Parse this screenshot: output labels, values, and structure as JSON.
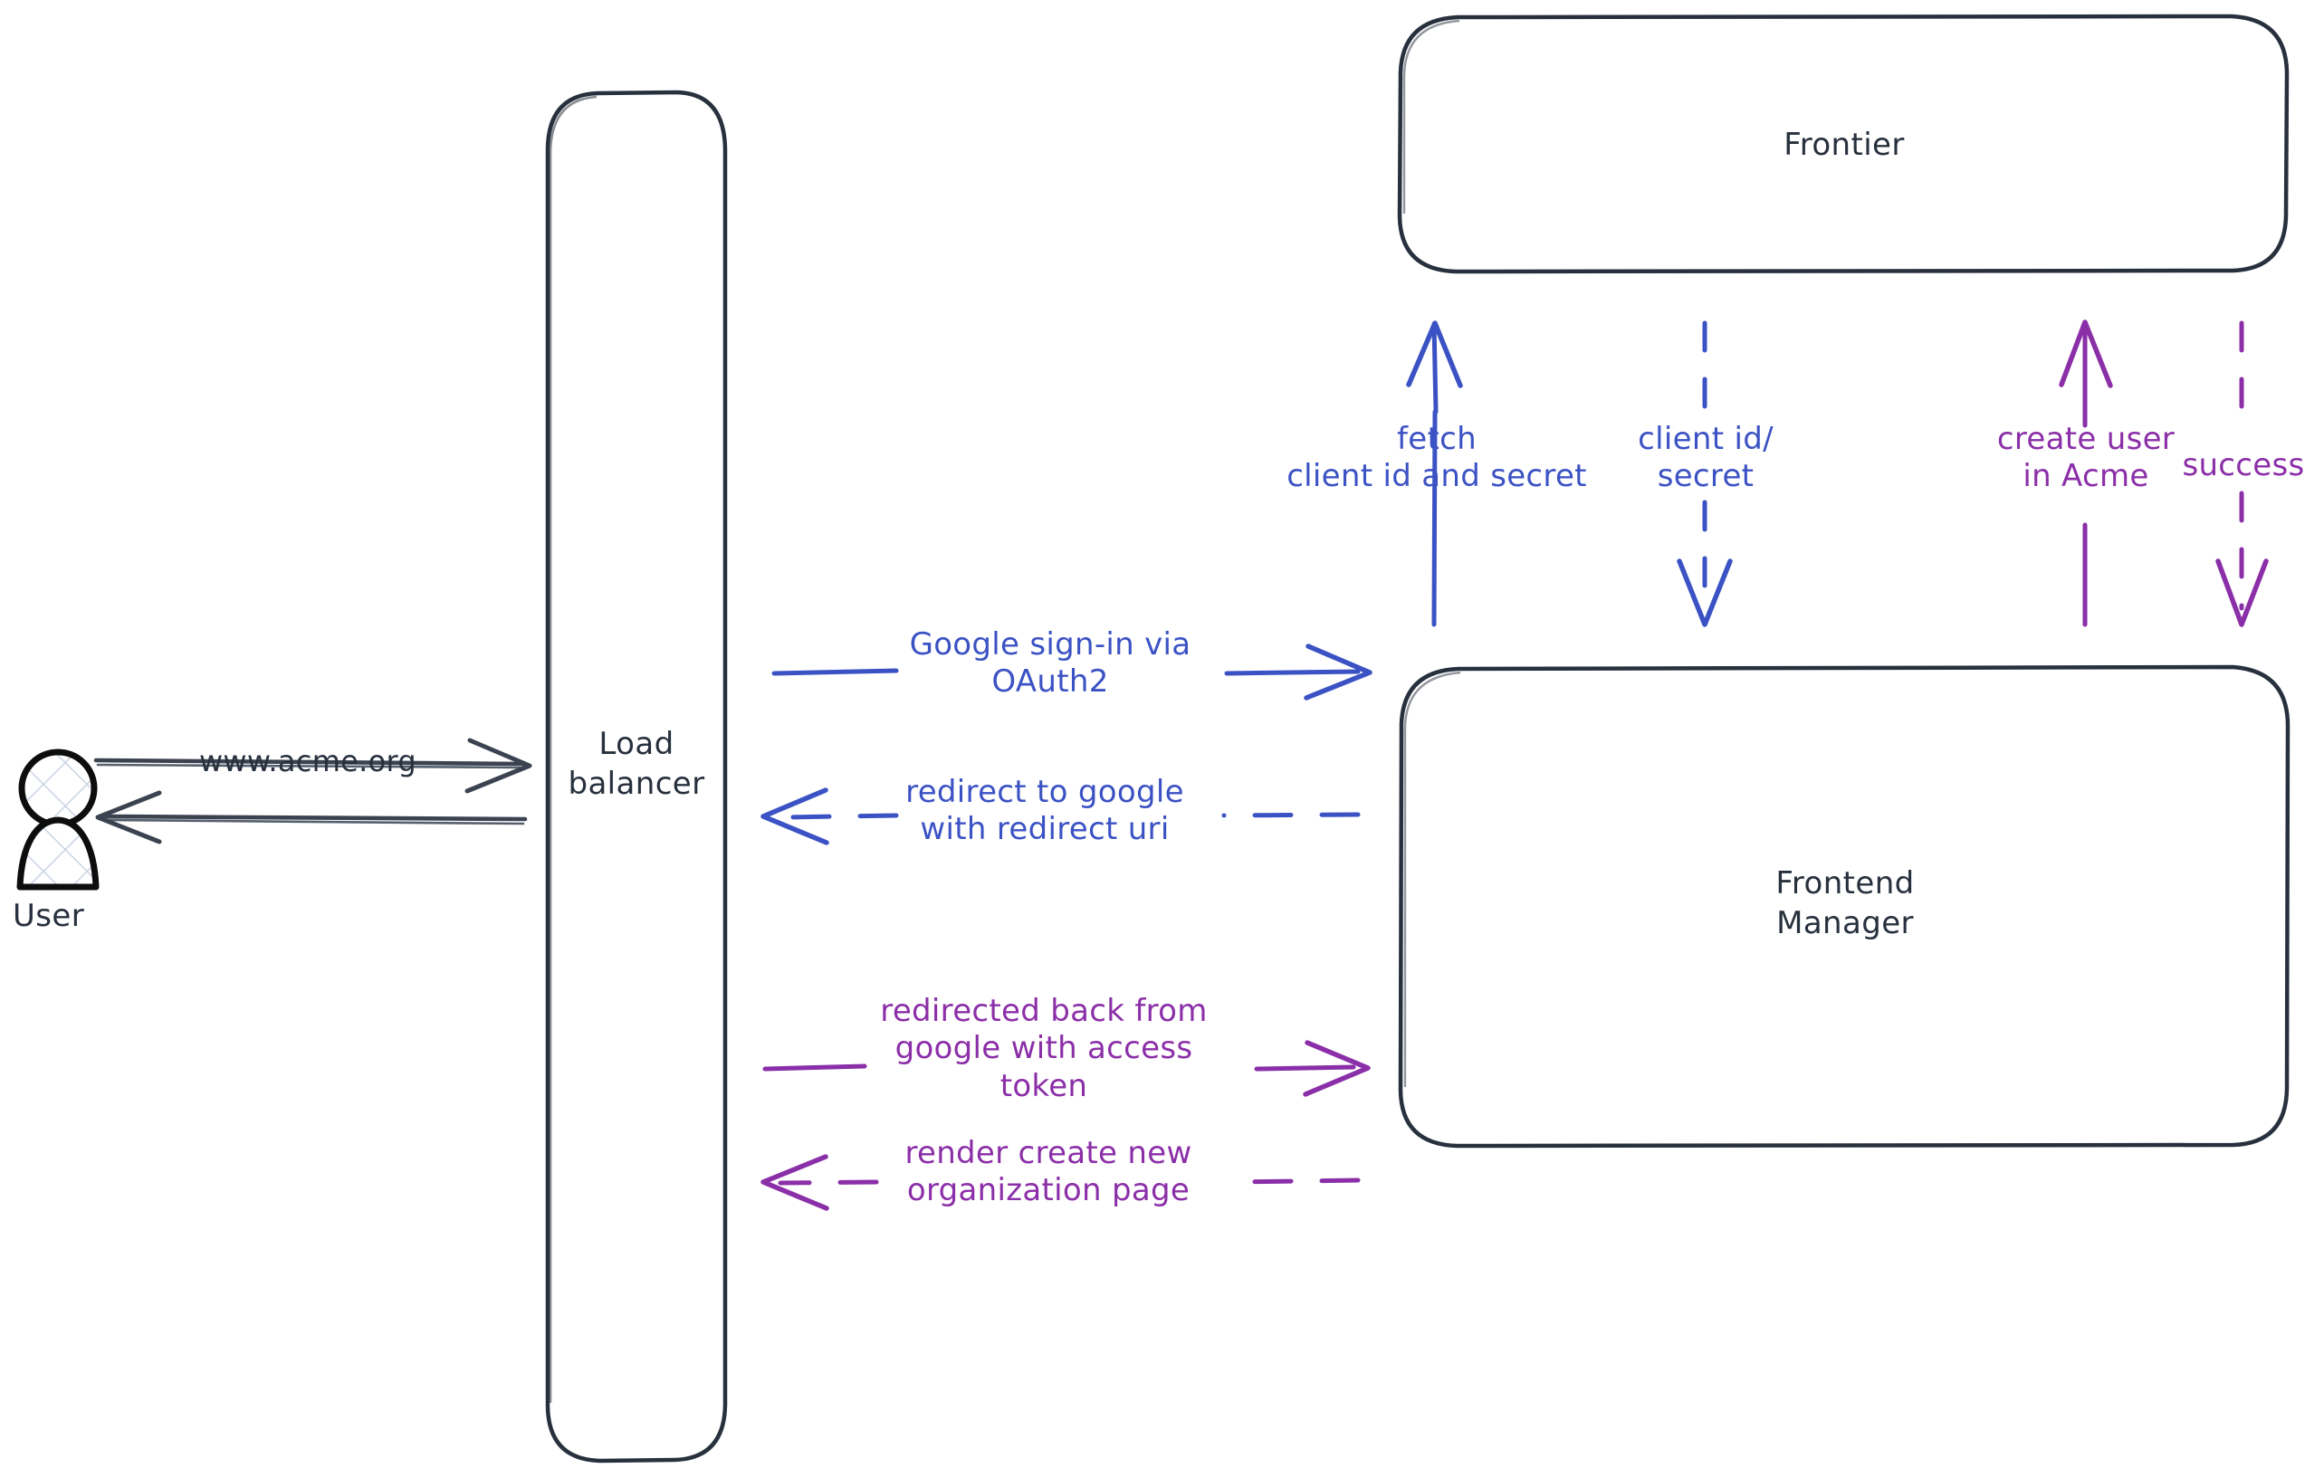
{
  "diagram": {
    "title": "Google sign-in OAuth2 flow",
    "background": "#ffffff",
    "colors": {
      "stroke_dark": "#27303d",
      "blue": "#3b52c4",
      "purple": "#8b2fa8",
      "actor_hatch": "#c9d4e3"
    },
    "actors": [
      {
        "id": "user",
        "name": "user-actor",
        "label": "User",
        "shape": "stick-figure-hatched"
      }
    ],
    "nodes": [
      {
        "id": "load-balancer",
        "name": "load-balancer-node",
        "label": "Load\nbalancer",
        "shape": "rounded-rect-tall"
      },
      {
        "id": "frontier",
        "name": "frontier-node",
        "label": "Frontier",
        "shape": "rounded-rect"
      },
      {
        "id": "frontend-manager",
        "name": "frontend-manager-node",
        "label": "Frontend\nManager",
        "shape": "rounded-rect"
      }
    ],
    "edges": [
      {
        "id": "user-to-lb",
        "name": "edge-user-to-load-balancer",
        "label": "www.acme.org",
        "color": "#27303d",
        "style": "solid",
        "direction": "right"
      },
      {
        "id": "lb-to-user",
        "name": "edge-load-balancer-to-user",
        "label": "",
        "color": "#27303d",
        "style": "solid",
        "direction": "left"
      },
      {
        "id": "lb-to-fm-signin",
        "name": "edge-google-signin",
        "label": "Google sign-in via\nOAuth2",
        "color": "#3b52c4",
        "style": "solid",
        "direction": "right"
      },
      {
        "id": "fm-to-lb-redirect",
        "name": "edge-redirect-to-google",
        "label": "redirect to google\nwith redirect uri",
        "color": "#3b52c4",
        "style": "dashed",
        "direction": "left"
      },
      {
        "id": "fm-to-frontier-fetch",
        "name": "edge-fetch-client-id-and-secret",
        "label": "fetch\nclient id and secret",
        "color": "#3b52c4",
        "style": "solid",
        "direction": "up"
      },
      {
        "id": "frontier-to-fm-creds",
        "name": "edge-client-id-secret",
        "label": "client id/\nsecret",
        "color": "#3b52c4",
        "style": "dashed",
        "direction": "down"
      },
      {
        "id": "fm-to-frontier-create",
        "name": "edge-create-user-in-acme",
        "label": "create user\nin Acme",
        "color": "#8b2fa8",
        "style": "solid",
        "direction": "up"
      },
      {
        "id": "frontier-to-fm-success",
        "name": "edge-success",
        "label": "success",
        "color": "#8b2fa8",
        "style": "dashed",
        "direction": "down"
      },
      {
        "id": "lb-to-fm-token",
        "name": "edge-redirected-back-with-token",
        "label": "redirected back from\ngoogle with access\ntoken",
        "color": "#8b2fa8",
        "style": "solid",
        "direction": "right"
      },
      {
        "id": "fm-to-lb-render",
        "name": "edge-render-create-new-organization-page",
        "label": "render create new\norganization page",
        "color": "#8b2fa8",
        "style": "dashed",
        "direction": "left"
      }
    ]
  }
}
